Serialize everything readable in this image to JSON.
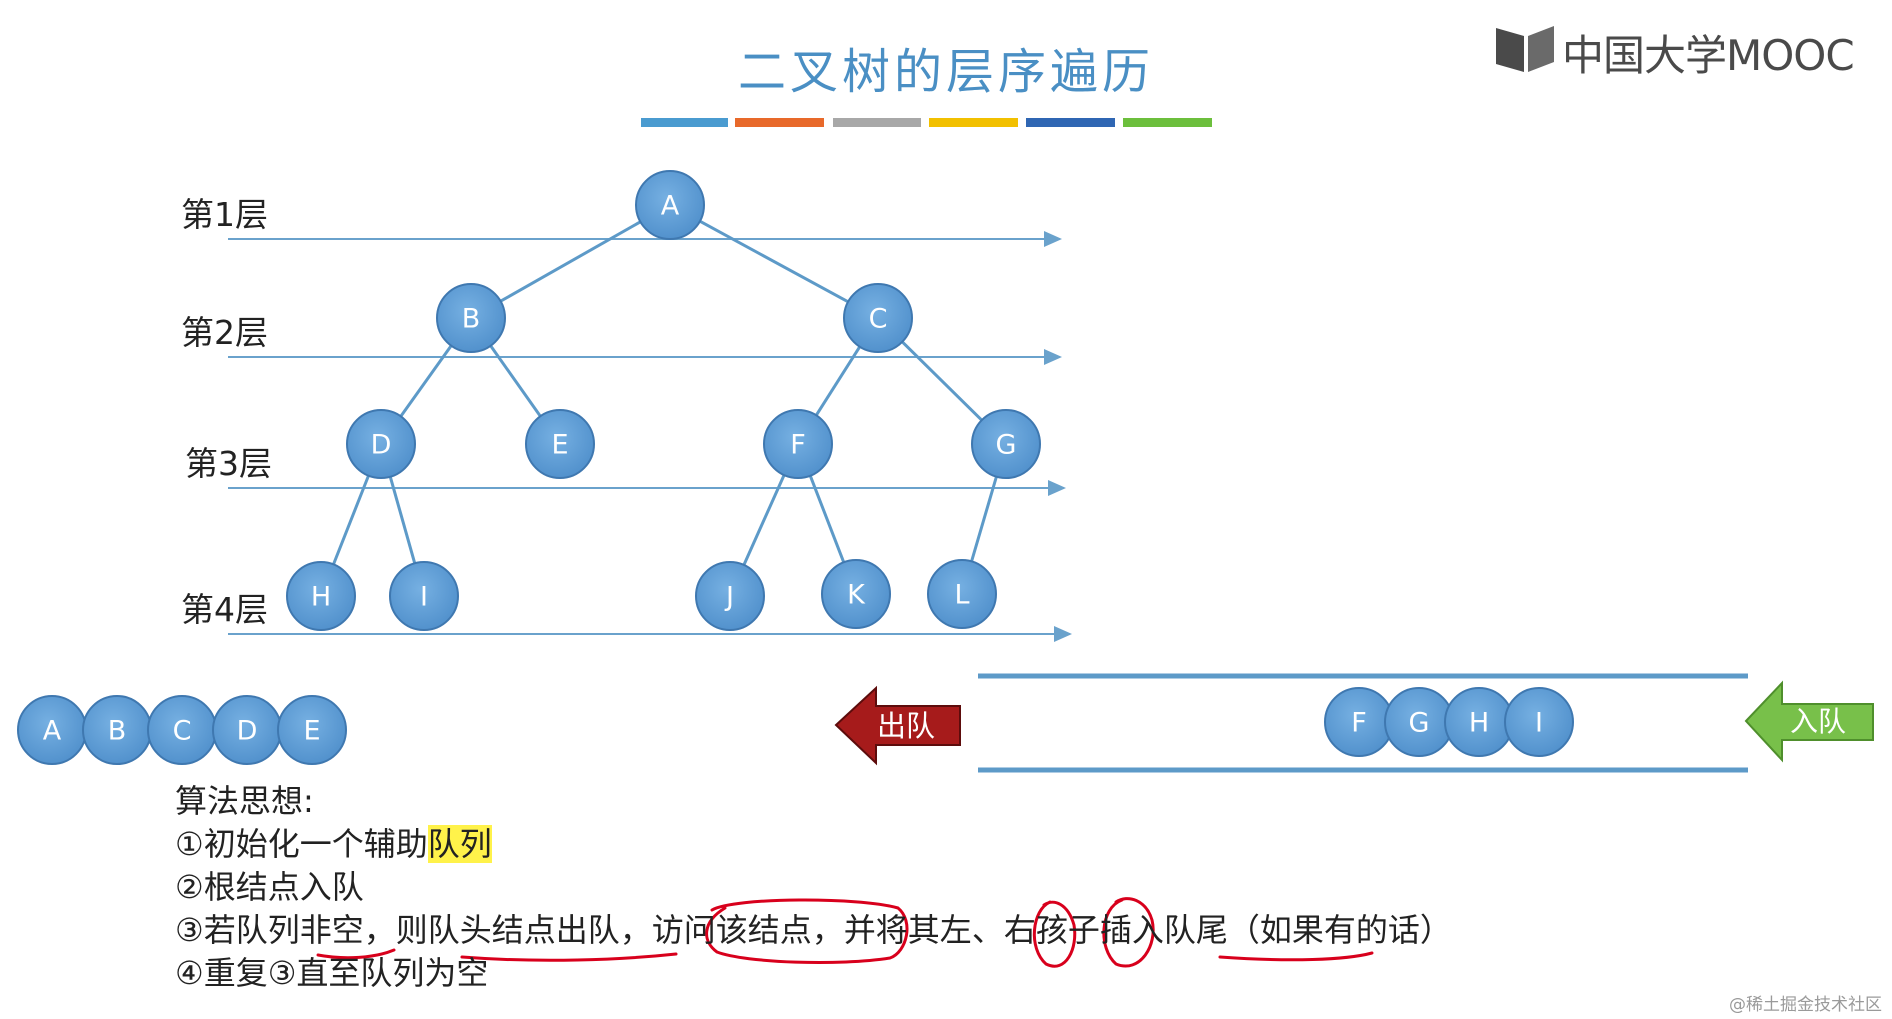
{
  "title": "二叉树的层序遍历",
  "logo": {
    "text": "中国大学MOOC",
    "icon": "open-book-icon"
  },
  "title_bar_colors": [
    "#4a9bd0",
    "#e8692a",
    "#a8a8a8",
    "#f2c000",
    "#2f66b3",
    "#6cbf3c"
  ],
  "levels": [
    "第1层",
    "第2层",
    "第3层",
    "第4层"
  ],
  "tree": {
    "nodes": [
      "A",
      "B",
      "C",
      "D",
      "E",
      "F",
      "G",
      "H",
      "I",
      "J",
      "K",
      "L"
    ],
    "edges": [
      [
        "A",
        "B"
      ],
      [
        "A",
        "C"
      ],
      [
        "B",
        "D"
      ],
      [
        "B",
        "E"
      ],
      [
        "C",
        "F"
      ],
      [
        "C",
        "G"
      ],
      [
        "D",
        "H"
      ],
      [
        "D",
        "I"
      ],
      [
        "F",
        "J"
      ],
      [
        "F",
        "K"
      ],
      [
        "G",
        "L"
      ]
    ]
  },
  "visited_sequence": [
    "A",
    "B",
    "C",
    "D",
    "E"
  ],
  "queue": {
    "contents": [
      "F",
      "G",
      "H",
      "I"
    ],
    "dequeue_label": "出队",
    "enqueue_label": "入队"
  },
  "algorithm": {
    "heading": "算法思想:",
    "step1_a": "①初始化一个辅助",
    "step1_hl": "队列",
    "step2": "②根结点入队",
    "step3_a": "③若队列",
    "step3_b": "非空",
    "step3_c": "，则",
    "step3_d": "队头结点出队",
    "step3_e": "，",
    "step3_f": "访问该结点",
    "step3_g": "，并将其",
    "step3_h": "左",
    "step3_i": "、",
    "step3_j": "右",
    "step3_k": "孩子",
    "step3_l": "插入队尾",
    "step3_m": "（如果有的话）",
    "step4": "④重复③直至队列为空"
  },
  "watermark": "@稀土掘金技术社区",
  "colors": {
    "node_fill": "#5b9bd5",
    "node_stroke": "#3f78b0",
    "edge": "#5d9ac8",
    "dequeue": "#a61b1b",
    "enqueue": "#78c04a",
    "annotation": "#d8001c"
  }
}
